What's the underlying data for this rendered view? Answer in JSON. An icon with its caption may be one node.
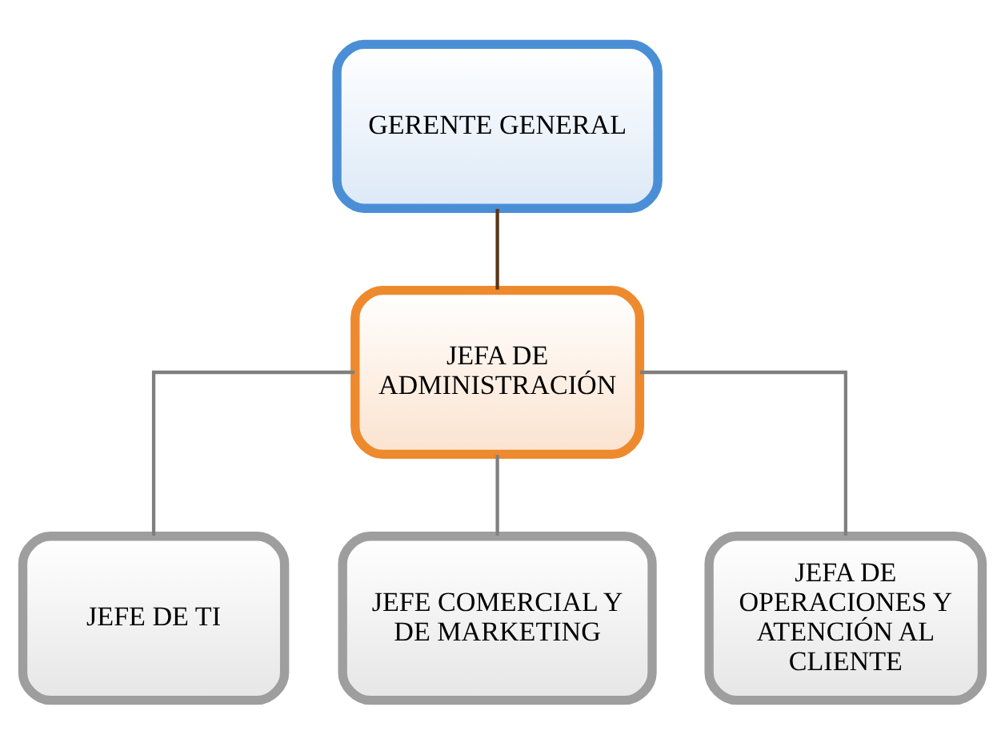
{
  "diagram": {
    "nodes": [
      {
        "text": [
          "GERENTE GENERAL"
        ]
      },
      {
        "text": [
          "JEFA DE ADMINISTRACIÓN"
        ]
      },
      {
        "text": [
          "JEFE DE TI"
        ]
      },
      {
        "text": [
          "JEFE COMERCIAL Y DE MARKETING"
        ]
      },
      {
        "text": [
          "JEFA DE OPERACIONES Y ATENCIÓN AL CLIENTE"
        ]
      }
    ],
    "edges": [
      {
        "from": 0,
        "to": 1,
        "arrow": "none",
        "color": "#5a3418"
      },
      {
        "from": 1,
        "to": 2,
        "arrow": "none"
      },
      {
        "from": 1,
        "to": 3,
        "arrow": "none"
      },
      {
        "from": 1,
        "to": 4,
        "arrow": "none"
      }
    ]
  }
}
